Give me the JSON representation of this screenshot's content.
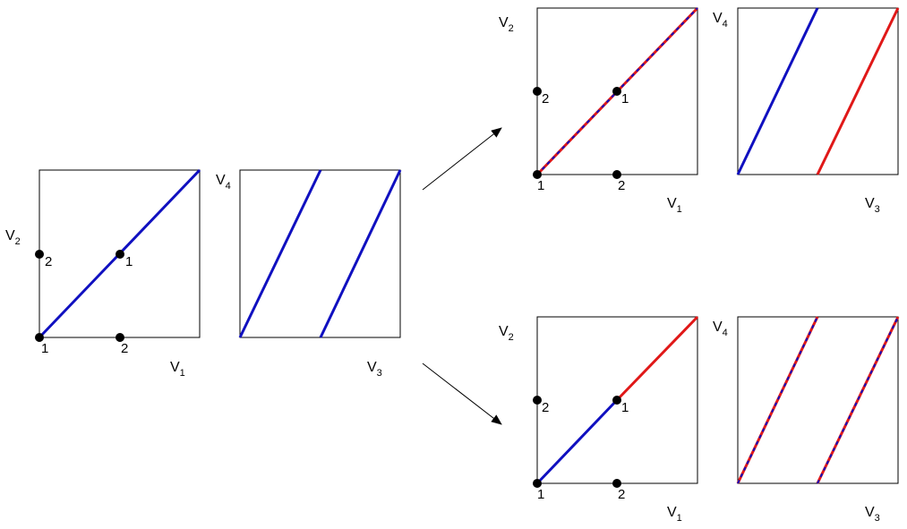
{
  "colors": {
    "blue": "#1010c0",
    "red": "#e01818",
    "frame": "#000000",
    "arrow": "#000000"
  },
  "axis_labels": {
    "v1": {
      "main": "V",
      "sub": "1"
    },
    "v2": {
      "main": "V",
      "sub": "2"
    },
    "v3": {
      "main": "V",
      "sub": "3"
    },
    "v4": {
      "main": "V",
      "sub": "4"
    }
  },
  "point_labels": {
    "one": "1",
    "two": "2"
  },
  "panels": {
    "initial": "blue lines",
    "top_result": "red dashed diagonal; V3-V4 lines split blue and red",
    "bottom_result": "diagonal split blue/red at point 1; V3-V4 lines dashed red-blue"
  }
}
